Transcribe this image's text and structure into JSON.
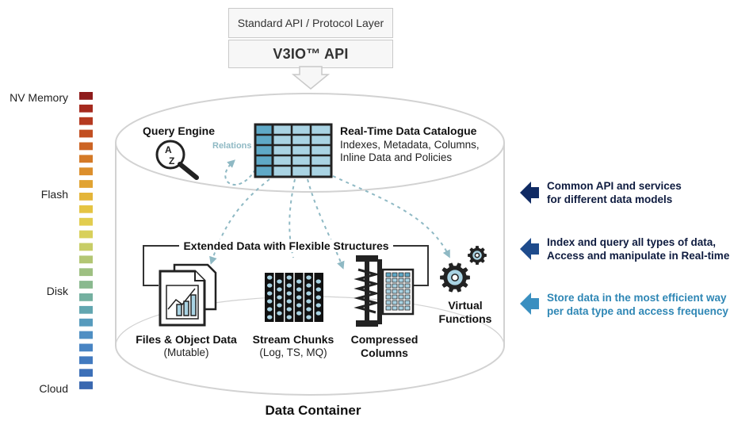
{
  "header": {
    "protocol_layer": "Standard API / Protocol Layer",
    "api_label": "V3IO™ API"
  },
  "storage_tiers": {
    "labels": [
      "NV Memory",
      "Flash",
      "Disk",
      "Cloud"
    ],
    "colors": [
      "#8e1c1c",
      "#a52a1e",
      "#b53a20",
      "#c24f22",
      "#cc6424",
      "#d47a27",
      "#dc8f2c",
      "#e1a332",
      "#e4b539",
      "#e5c443",
      "#e2cd4f",
      "#d8d05b",
      "#c7cd67",
      "#b3c674",
      "#9ec082",
      "#8ab98f",
      "#74b0a0",
      "#62a6b0",
      "#579bbd",
      "#4f8fc3",
      "#4884c3",
      "#427abf",
      "#3d70b8",
      "#3a68b0"
    ]
  },
  "query_engine": {
    "title": "Query Engine",
    "icon": "magnifier-az-icon",
    "glyph_a": "A",
    "glyph_z": "Z",
    "relations": "Relations"
  },
  "catalogue": {
    "title": "Real-Time Data Catalogue",
    "line1": "Indexes, Metadata, Columns,",
    "line2": "Inline Data and Policies"
  },
  "extended": {
    "title": "Extended Data with Flexible Structures"
  },
  "components": {
    "files": {
      "title": "Files & Object Data",
      "sub": "(Mutable)"
    },
    "stream": {
      "title": "Stream Chunks",
      "sub": "(Log, TS, MQ)"
    },
    "columns": {
      "title_line1": "Compressed",
      "title_line2": "Columns"
    },
    "virtual": {
      "title_line1": "Virtual",
      "title_line2": "Functions"
    }
  },
  "container": {
    "title": "Data Container"
  },
  "right_notes": [
    {
      "line1": "Common API and services",
      "line2": "for different data models",
      "color": "#0e1b3f",
      "arrow_color": "#0f2a63"
    },
    {
      "line1": "Index and query all types of data,",
      "line2": "Access and manipulate in Real-time",
      "color": "#0e1b3f",
      "arrow_color": "#1e4b8c"
    },
    {
      "line1": "Store data in the most efficient way",
      "line2": "per data type and access frequency",
      "color": "#2f87b5",
      "arrow_color": "#3a8fc0"
    }
  ],
  "colors": {
    "accent_blue": "#a9d3e3",
    "dash_blue": "#8fb9c4",
    "cylinder_stroke": "#d2d2d2"
  }
}
